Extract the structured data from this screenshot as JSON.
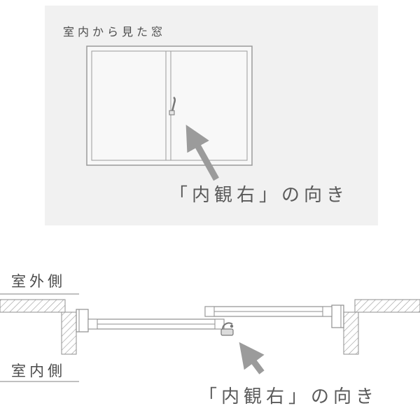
{
  "top_panel": {
    "title": "室内から見た窓",
    "caption": "「内観右」の向き"
  },
  "section": {
    "outdoor_label": "室外側",
    "indoor_label": "室内側",
    "caption": "「内観右」の向き"
  },
  "icons": {
    "top_arrow": "up-left-arrow",
    "bottom_arrow": "up-left-arrow",
    "handle": "crescent-lock"
  },
  "colors": {
    "panel_bg": "#f1f1f1",
    "line": "#8f8f8f",
    "arrow": "#9b9b9b",
    "text": "#4d4d4d"
  }
}
